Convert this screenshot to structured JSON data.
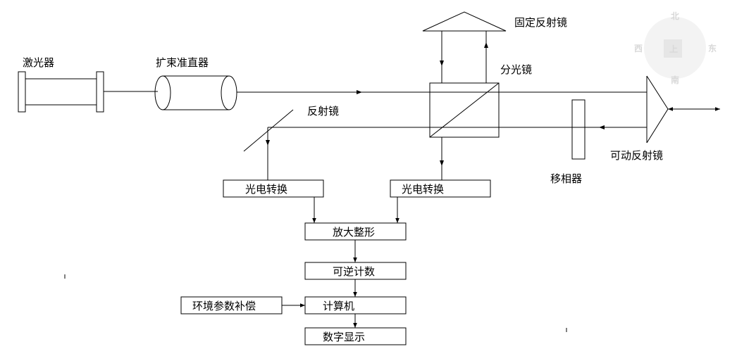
{
  "labels": {
    "laser": "激光器",
    "beam_expander": "扩束准直器",
    "fixed_mirror": "固定反射镜",
    "beam_splitter": "分光镜",
    "mirror": "反射镜",
    "movable_mirror": "可动反射镜",
    "phase_shifter": "移相器"
  },
  "boxes": {
    "photo_left": "光电转换",
    "photo_right": "光电转换",
    "amplify": "放大整形",
    "counter": "可逆计数",
    "env_comp": "环境参数补偿",
    "computer": "计算机",
    "display": "数字显示"
  },
  "watermark": {
    "north": "北",
    "south": "南",
    "west": "西",
    "east": "东",
    "center": "上"
  }
}
